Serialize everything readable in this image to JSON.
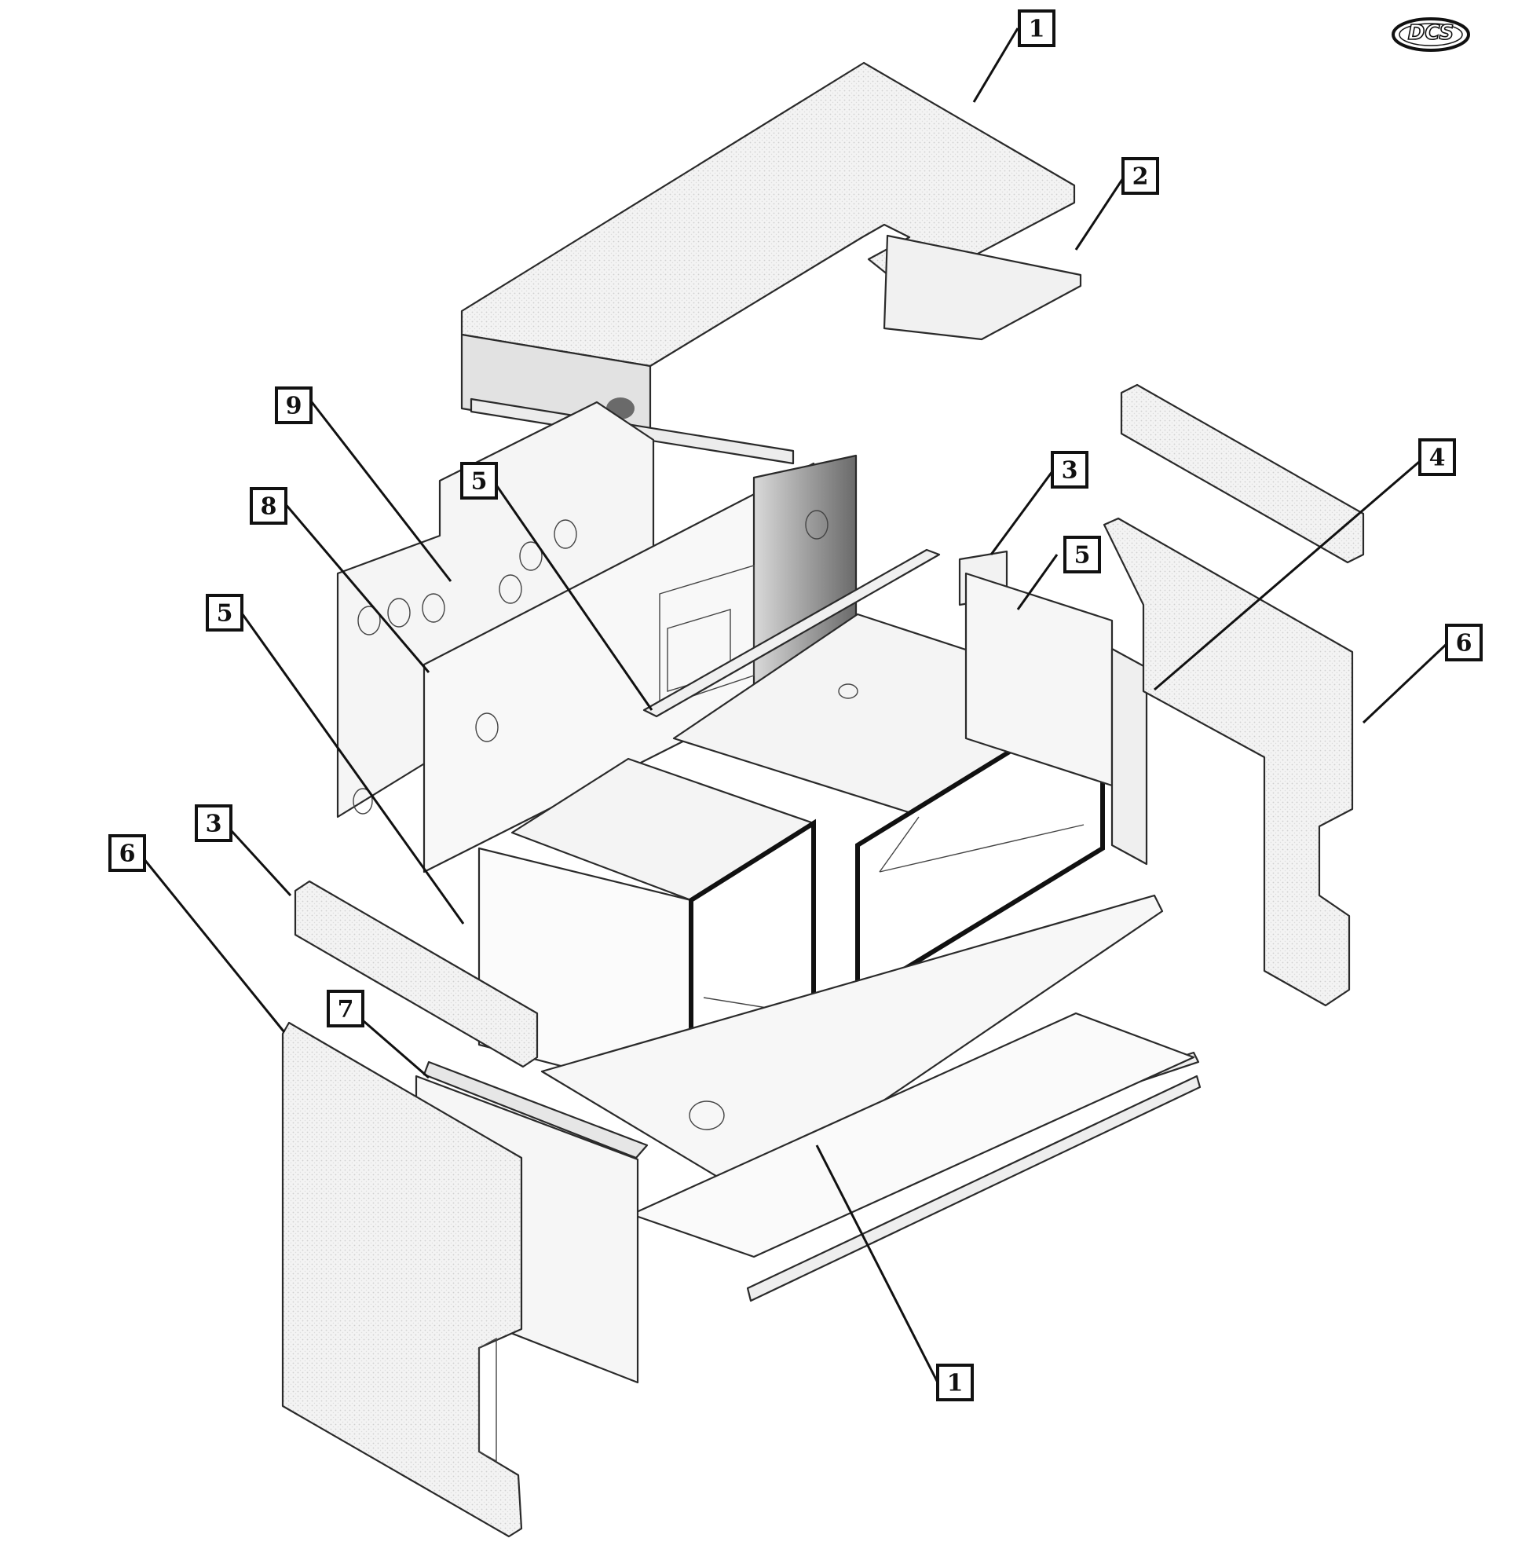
{
  "logo": {
    "text": "DCS"
  },
  "callouts": [
    {
      "id": "c1-top",
      "label": "1"
    },
    {
      "id": "c2",
      "label": "2"
    },
    {
      "id": "c9",
      "label": "9"
    },
    {
      "id": "c5-center",
      "label": "5"
    },
    {
      "id": "c3-right",
      "label": "3"
    },
    {
      "id": "c4",
      "label": "4"
    },
    {
      "id": "c8",
      "label": "8"
    },
    {
      "id": "c5-right",
      "label": "5"
    },
    {
      "id": "c5-left",
      "label": "5"
    },
    {
      "id": "c6-right",
      "label": "6"
    },
    {
      "id": "c3-left",
      "label": "3"
    },
    {
      "id": "c6-left",
      "label": "6"
    },
    {
      "id": "c7",
      "label": "7"
    },
    {
      "id": "c1-bottom",
      "label": "1"
    }
  ]
}
